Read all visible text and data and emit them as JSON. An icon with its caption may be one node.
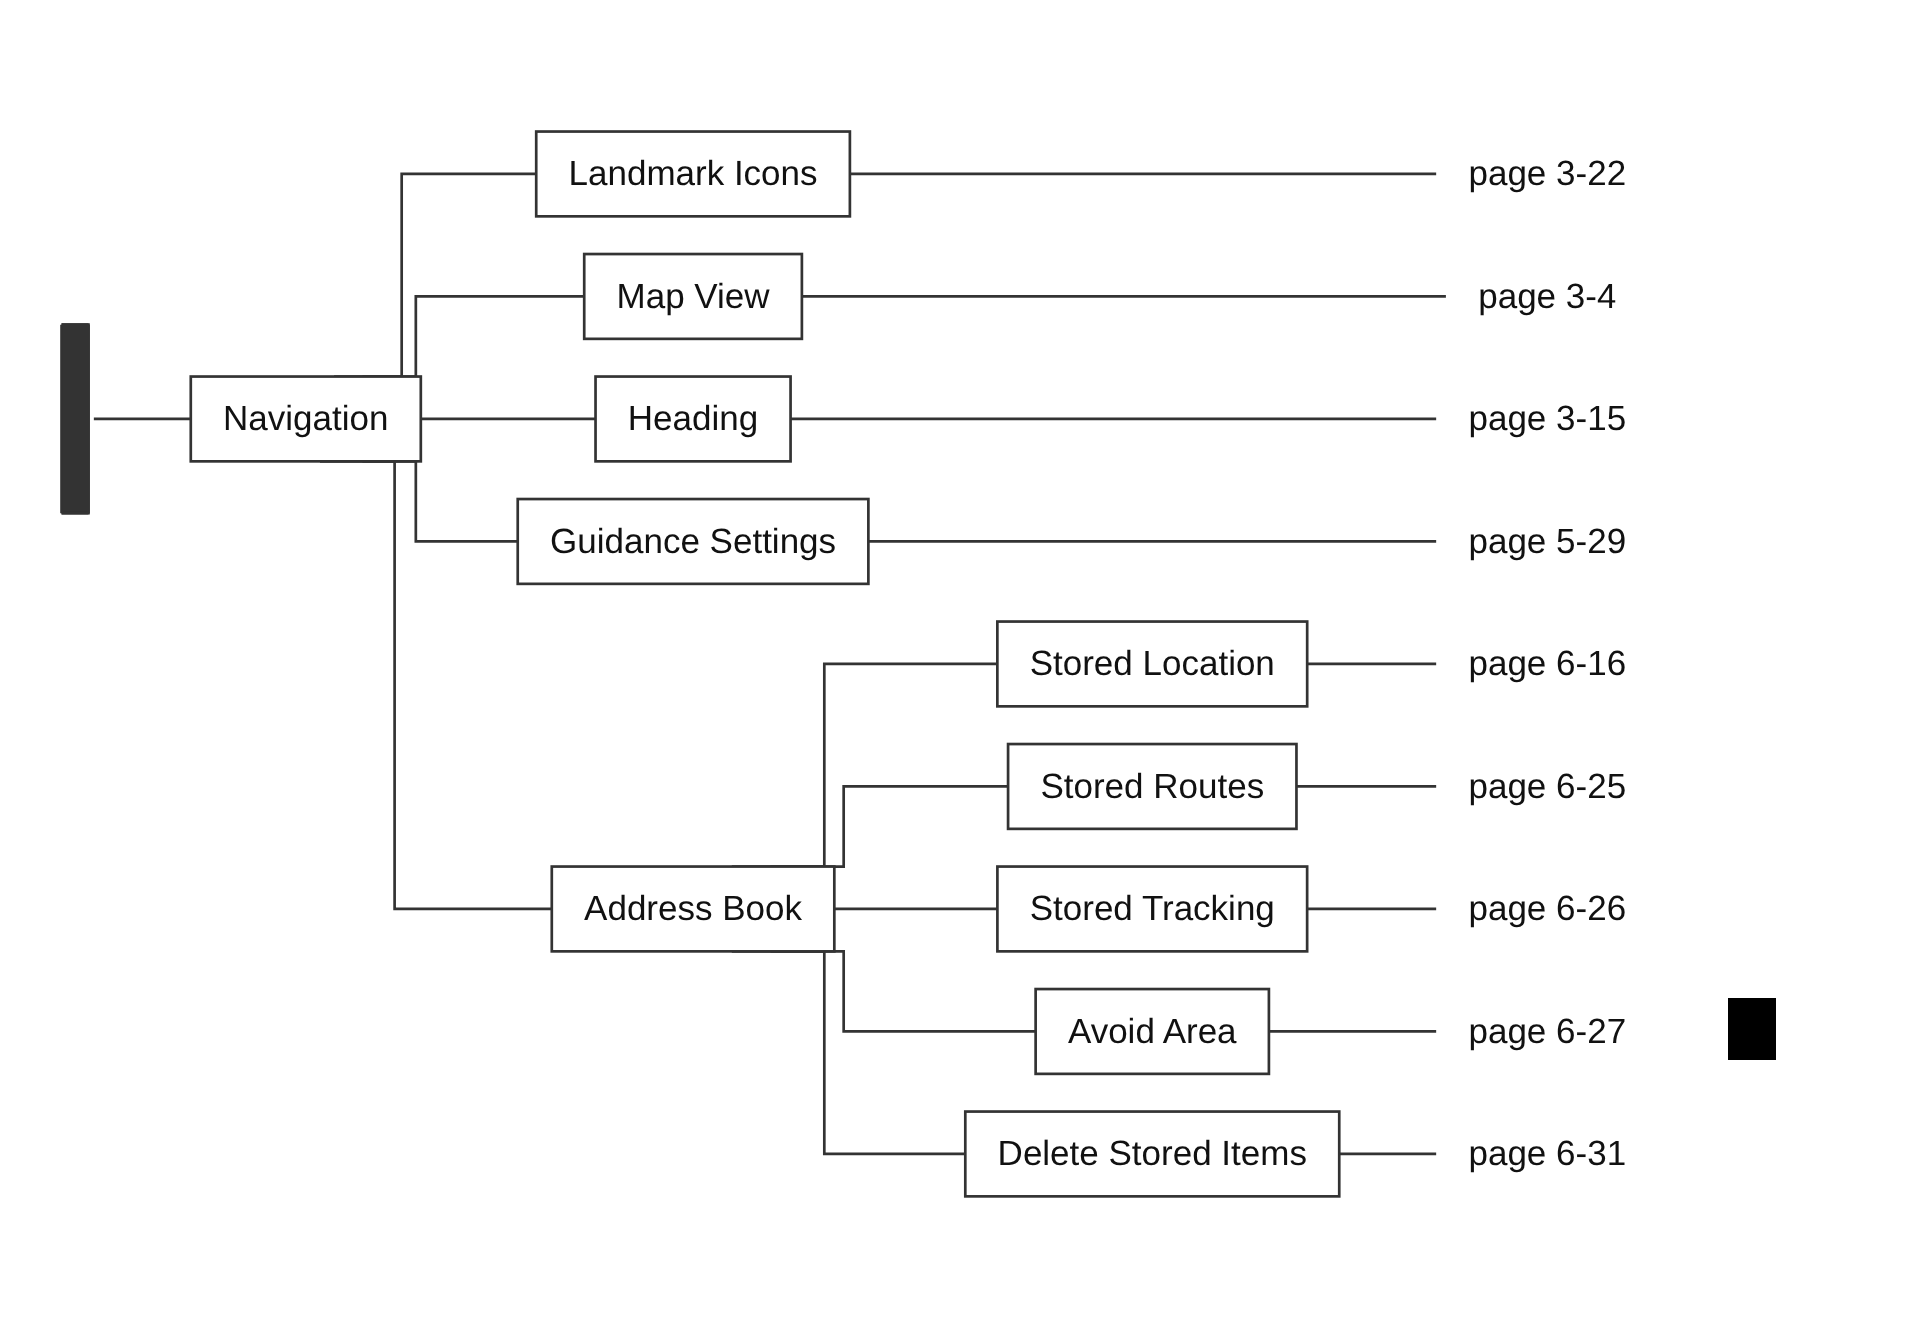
{
  "diagram": {
    "nodes": [
      {
        "text": [],
        "shape": "bar"
      },
      {
        "text": [
          "Navigation"
        ]
      },
      {
        "text": [
          "Landmark Icons"
        ]
      },
      {
        "text": [
          "page 3-22"
        ]
      },
      {
        "text": [
          "Map View"
        ]
      },
      {
        "text": [
          "page 3-4"
        ]
      },
      {
        "text": [
          "Heading"
        ]
      },
      {
        "text": [
          "page 3-15"
        ]
      },
      {
        "text": [
          "Guidance Settings"
        ]
      },
      {
        "text": [
          "page 5-29"
        ]
      },
      {
        "text": [
          "Address Book"
        ]
      },
      {
        "text": [
          "Stored Location"
        ]
      },
      {
        "text": [
          "page 6-16"
        ]
      },
      {
        "text": [
          "Stored Routes"
        ]
      },
      {
        "text": [
          "page 6-25"
        ]
      },
      {
        "text": [
          "Stored Tracking"
        ]
      },
      {
        "text": [
          "page 6-26"
        ]
      },
      {
        "text": [
          "Avoid Area"
        ]
      },
      {
        "text": [
          "page 6-27"
        ]
      },
      {
        "text": [
          "Delete Stored Items"
        ]
      },
      {
        "text": [
          "page 6-31"
        ]
      }
    ],
    "edges": [
      {
        "from": 0,
        "to": 1,
        "arrow": "none"
      },
      {
        "from": 1,
        "to": 2,
        "arrow": "none"
      },
      {
        "from": 1,
        "to": 4,
        "arrow": "none"
      },
      {
        "from": 1,
        "to": 6,
        "arrow": "none"
      },
      {
        "from": 1,
        "to": 8,
        "arrow": "none"
      },
      {
        "from": 1,
        "to": 10,
        "arrow": "none"
      },
      {
        "from": 2,
        "to": 3,
        "arrow": "none"
      },
      {
        "from": 4,
        "to": 5,
        "arrow": "none"
      },
      {
        "from": 6,
        "to": 7,
        "arrow": "none"
      },
      {
        "from": 8,
        "to": 9,
        "arrow": "none"
      },
      {
        "from": 10,
        "to": 11,
        "arrow": "none"
      },
      {
        "from": 10,
        "to": 13,
        "arrow": "none"
      },
      {
        "from": 10,
        "to": 15,
        "arrow": "none"
      },
      {
        "from": 10,
        "to": 17,
        "arrow": "none"
      },
      {
        "from": 10,
        "to": 19,
        "arrow": "none"
      },
      {
        "from": 11,
        "to": 12,
        "arrow": "none"
      },
      {
        "from": 13,
        "to": 14,
        "arrow": "none"
      },
      {
        "from": 15,
        "to": 16,
        "arrow": "none"
      },
      {
        "from": 17,
        "to": 18,
        "arrow": "none"
      },
      {
        "from": 19,
        "to": 20,
        "arrow": "none"
      }
    ]
  }
}
